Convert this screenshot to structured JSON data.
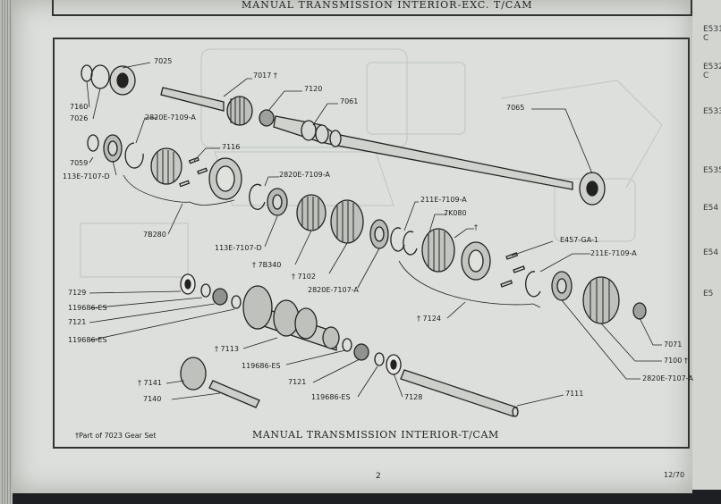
{
  "header": {
    "title": "MANUAL TRANSMISSION INTERIOR-EXC. T/CAM"
  },
  "diagram": {
    "title": "MANUAL TRANSMISSION INTERIOR-T/CAM",
    "footnote": "†Part of 7023 Gear Set",
    "labels": [
      "7025",
      "7017 †",
      "7120",
      "7061",
      "7065",
      "7160",
      "7026",
      "2820E-7109-A",
      "7116",
      "7059",
      "113E-7107-D",
      "2820E-7109-A",
      "7B280",
      "113E-7107-D",
      "† 7B340",
      "† 7102",
      "2820E-7107-A",
      "211E-7109-A",
      "7K080",
      "†",
      "E457-GA-1",
      "211E-7109-A",
      "† 7124",
      "7129",
      "119686-ES",
      "7121",
      "119686-ES",
      "† 7113",
      "119686-ES",
      "7121",
      "119686-ES",
      "7128",
      "† 7141",
      "7140",
      "7111",
      "7071",
      "7100 †",
      "2820E-7107-A"
    ]
  },
  "side_tabs": [
    "E531-C",
    "E532-C",
    "E533-",
    "E535",
    "E54",
    "E54",
    "E5"
  ],
  "footer": {
    "page": "2",
    "date": "12/70"
  }
}
